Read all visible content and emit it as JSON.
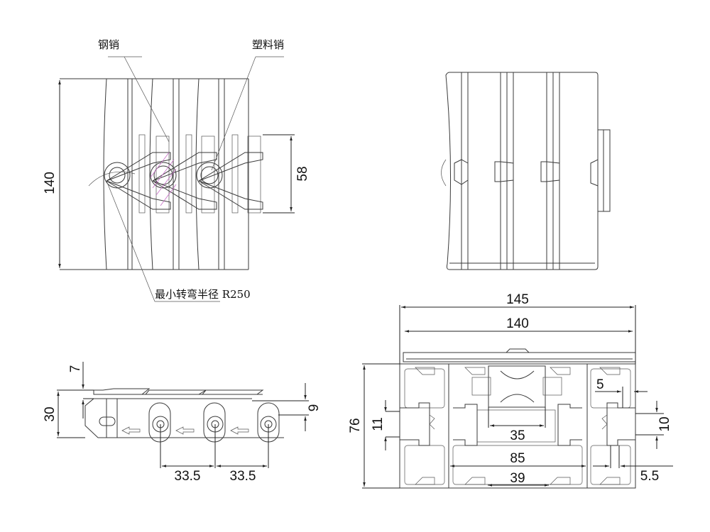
{
  "drawing": {
    "subject": "Side-flex plastic chain with aluminum guide profile",
    "top_view": {
      "callouts": {
        "steel_pin": "钢销",
        "plastic_pin": "塑料销",
        "min_turning_radius": "最小转弯半径 R250"
      },
      "dimensions": {
        "width": "140",
        "hinge_width": "58"
      }
    },
    "bottom_view": {},
    "side_view": {
      "dimensions": {
        "top_thickness": "7",
        "total_height": "30",
        "pin_offset": "9",
        "pitch_1": "33.5",
        "pitch_2": "33.5"
      }
    },
    "section_view": {
      "dimensions": {
        "overall_width": "145",
        "chain_width": "140",
        "profile_height": "76",
        "slot_left": "11",
        "slot_right": "10",
        "gap_top": "5",
        "gap_bottom": "5.5",
        "hinge_gap": "35",
        "inner_width": "85",
        "bottom_slot": "39"
      }
    }
  }
}
